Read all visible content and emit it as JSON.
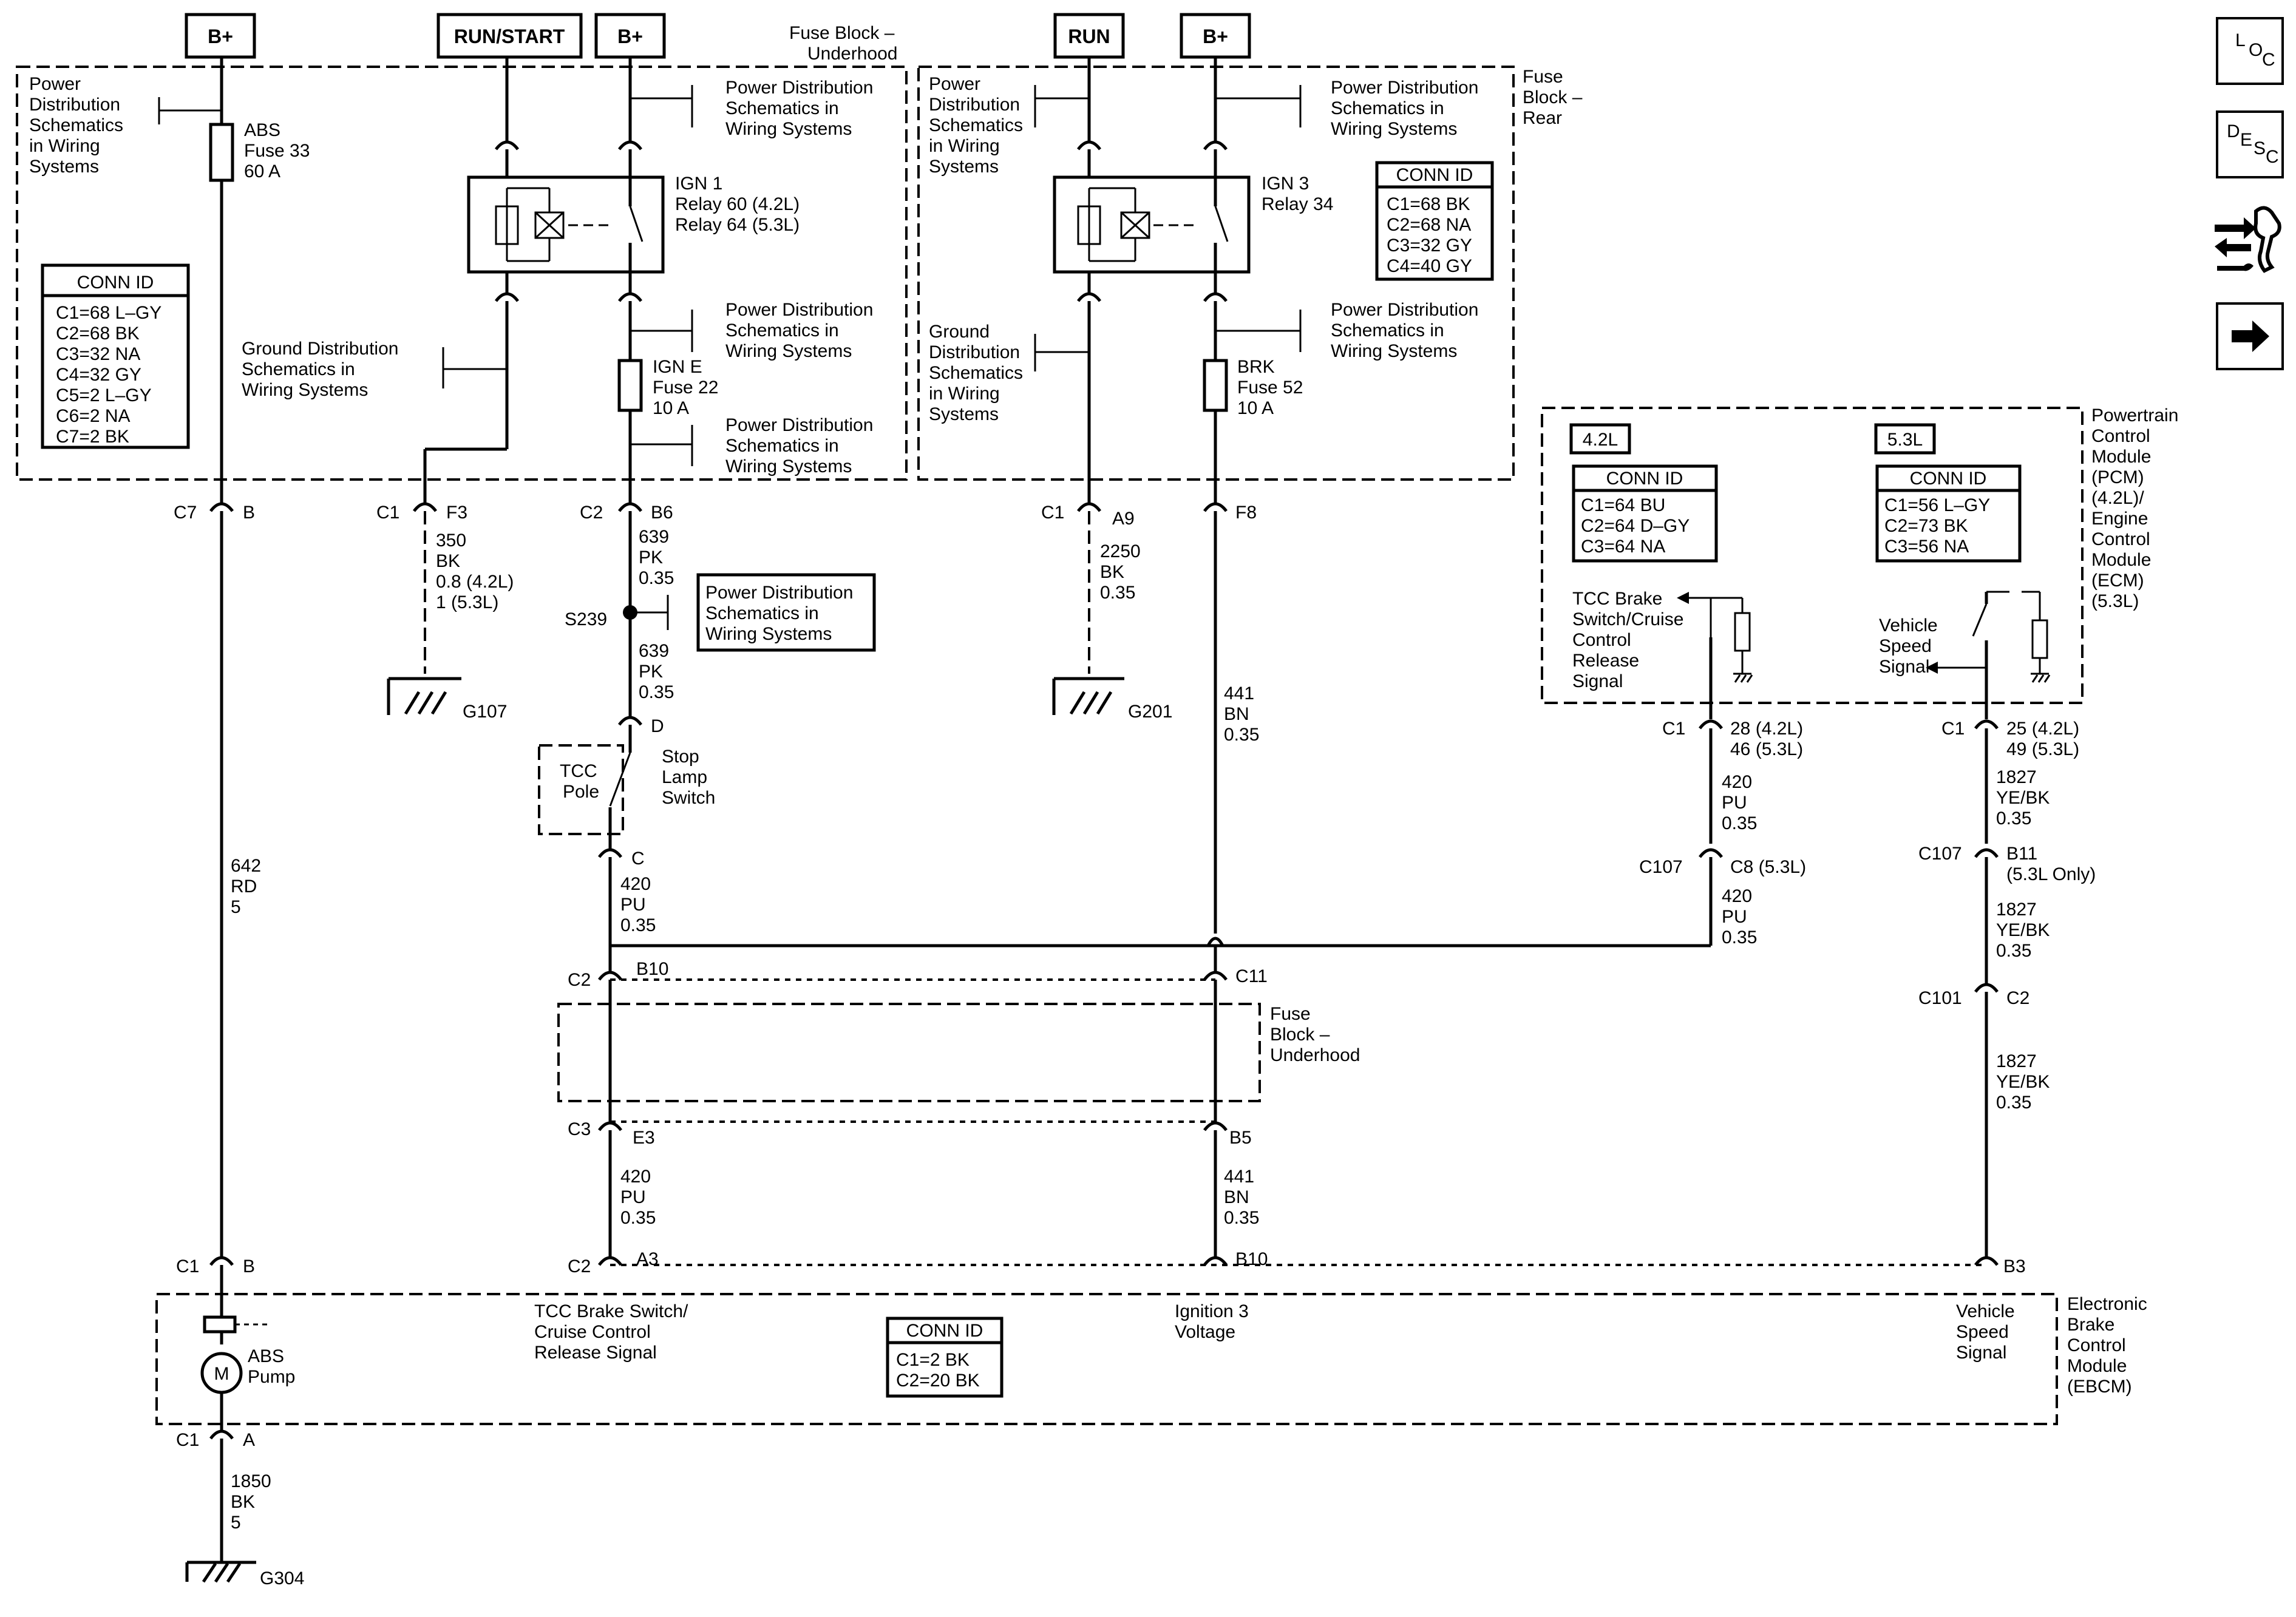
{
  "power_sources": {
    "b_plus": "B+",
    "run_start": "RUN/START",
    "run": "RUN"
  },
  "modules": {
    "fuse_block_underhood_top": [
      "Fuse Block –",
      "Underhood"
    ],
    "fuse_block_rear": [
      "Fuse",
      "Block –",
      "Rear"
    ],
    "fuse_block_underhood_mid": [
      "Fuse",
      "Block –",
      "Underhood"
    ],
    "pcm": [
      "Powertrain",
      "Control",
      "Module",
      "(PCM)",
      "(4.2L)/",
      "Engine",
      "Control",
      "Module",
      "(ECM)",
      "(5.3L)"
    ],
    "ebcm": [
      "Electronic",
      "Brake",
      "Control",
      "Module",
      "(EBCM)"
    ]
  },
  "references": {
    "power_dist": [
      "Power Distribution",
      "Schematics in",
      "Wiring Systems"
    ],
    "power_dist_narrow": [
      "Power",
      "Distribution",
      "Schematics",
      "in Wiring",
      "Systems"
    ],
    "ground_dist": [
      "Ground Distribution",
      "Schematics in",
      "Wiring Systems"
    ],
    "ground_dist_narrow": [
      "Ground",
      "Distribution",
      "Schematics",
      "in Wiring",
      "Systems"
    ]
  },
  "components": {
    "abs_fuse": [
      "ABS",
      "Fuse 33",
      "60 A"
    ],
    "ign1_relay": [
      "IGN 1",
      "Relay 60 (4.2L)",
      "Relay 64 (5.3L)"
    ],
    "ign_e_fuse": [
      "IGN E",
      "Fuse 22",
      "10 A"
    ],
    "ign3_relay": [
      "IGN 3",
      "Relay 34"
    ],
    "brk_fuse": [
      "BRK",
      "Fuse 52",
      "10 A"
    ],
    "tcc_pole": [
      "TCC",
      "Pole"
    ],
    "stop_lamp_switch": [
      "Stop",
      "Lamp",
      "Switch"
    ],
    "abs_pump": [
      "ABS",
      "Pump"
    ],
    "motor_symbol": "M",
    "splice": "S239"
  },
  "conn_ids": {
    "fuse_block_underhood": {
      "title": "CONN ID",
      "rows": [
        "C1=68 L–GY",
        "C2=68 BK",
        "C3=32 NA",
        "C4=32 GY",
        "C5=2 L–GY",
        "C6=2 NA",
        "C7=2 BK"
      ]
    },
    "fuse_block_rear": {
      "title": "CONN ID",
      "rows": [
        "C1=68 BK",
        "C2=68 NA",
        "C3=32 GY",
        "C4=40 GY"
      ]
    },
    "pcm_42": {
      "tag": "4.2L",
      "title": "CONN ID",
      "rows": [
        "C1=64 BU",
        "C2=64 D–GY",
        "C3=64 NA"
      ]
    },
    "pcm_53": {
      "tag": "5.3L",
      "title": "CONN ID",
      "rows": [
        "C1=56 L–GY",
        "C2=73 BK",
        "C3=56 NA"
      ]
    },
    "ebcm": {
      "title": "CONN ID",
      "rows": [
        "C1=2 BK",
        "C2=20 BK"
      ]
    }
  },
  "connectors": {
    "c7_b": [
      "C7",
      "B"
    ],
    "c1_f3": [
      "C1",
      "F3"
    ],
    "c2_b6": [
      "C2",
      "B6"
    ],
    "c1_a9": [
      "C1",
      "A9"
    ],
    "f8": "F8",
    "d": "D",
    "c": "C",
    "c2_b10": [
      "C2",
      "B10"
    ],
    "c11": "C11",
    "c3_e3": [
      "C3",
      "E3"
    ],
    "b5": "B5",
    "c2_a3": [
      "C2",
      "A3"
    ],
    "b10_bottom": "B10",
    "b3": "B3",
    "c1_b_bottom": [
      "C1",
      "B"
    ],
    "c1_a_bottom": [
      "C1",
      "A"
    ],
    "pcm_c1_left": [
      "C1",
      "28 (4.2L)",
      "46 (5.3L)"
    ],
    "c107_c8": [
      "C107",
      "C8 (5.3L)"
    ],
    "pcm_c1_right": [
      "C1",
      "25 (4.2L)",
      "49 (5.3L)"
    ],
    "c107_b11": [
      "C107",
      "B11",
      "(5.3L Only)"
    ],
    "c101_c2": [
      "C101",
      "C2"
    ]
  },
  "wires": {
    "w_350": [
      "350",
      "BK",
      "0.8 (4.2L)",
      "1 (5.3L)"
    ],
    "w_639_a": [
      "639",
      "PK",
      "0.35"
    ],
    "w_639_b": [
      "639",
      "PK",
      "0.35"
    ],
    "w_2250": [
      "2250",
      "BK",
      "0.35"
    ],
    "w_441_a": [
      "441",
      "BN",
      "0.35"
    ],
    "w_642": [
      "642",
      "RD",
      "5"
    ],
    "w_420_a": [
      "420",
      "PU",
      "0.35"
    ],
    "w_420_b": [
      "420",
      "PU",
      "0.35"
    ],
    "w_420_c": [
      "420",
      "PU",
      "0.35"
    ],
    "w_420_d": [
      "420",
      "PU",
      "0.35"
    ],
    "w_1827_a": [
      "1827",
      "YE/BK",
      "0.35"
    ],
    "w_1827_b": [
      "1827",
      "YE/BK",
      "0.35"
    ],
    "w_1827_c": [
      "1827",
      "YE/BK",
      "0.35"
    ],
    "w_441_b": [
      "441",
      "BN",
      "0.35"
    ],
    "w_1850": [
      "1850",
      "BK",
      "5"
    ]
  },
  "grounds": {
    "g107": "G107",
    "g201": "G201",
    "g304": "G304"
  },
  "signals": {
    "tcc_pcm": [
      "TCC Brake",
      "Switch/Cruise",
      "Control",
      "Release",
      "Signal"
    ],
    "vss_pcm": [
      "Vehicle",
      "Speed",
      "Signal"
    ],
    "tcc_ebcm": [
      "TCC Brake Switch/",
      "Cruise Control",
      "Release Signal"
    ],
    "ign3_ebcm": [
      "Ignition 3",
      "Voltage"
    ],
    "vss_ebcm": [
      "Vehicle",
      "Speed",
      "Signal"
    ]
  },
  "navigation": {
    "loc": [
      "L",
      "O",
      "C"
    ],
    "desc": [
      "D",
      "E",
      "S",
      "C"
    ]
  }
}
